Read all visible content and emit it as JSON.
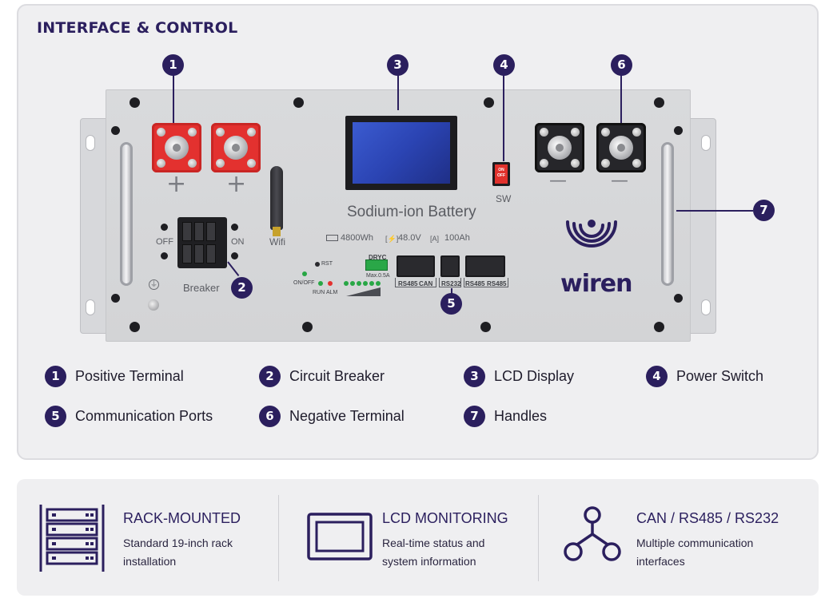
{
  "header": {
    "title": "INTERFACE & CONTROL"
  },
  "device": {
    "product_label": "Sodium-ion Battery",
    "brand": "wiren",
    "specs": {
      "energy": "4800Wh",
      "voltage": "48.0V",
      "capacity": "100Ah"
    },
    "switch_label": "SW",
    "switch_on": "ON",
    "switch_off": "OFF",
    "breaker": {
      "label": "Breaker",
      "off": "OFF",
      "on": "ON"
    },
    "wifi_label": "Wifi",
    "indicators": {
      "rst": "RST",
      "onoff": "ON/OFF",
      "run": "RUN",
      "alm": "ALM"
    },
    "dryc": {
      "label": "DRYC",
      "max": "Max.0.5A"
    },
    "ports": {
      "rs485_a": "RS485",
      "can": "CAN",
      "rs232": "RS232",
      "rs485_b": "RS485",
      "rs485_c": "RS485"
    },
    "plus_sign": "+",
    "minus_sign": "—"
  },
  "callouts": [
    "1",
    "2",
    "3",
    "4",
    "5",
    "6",
    "7"
  ],
  "legend": [
    {
      "num": "1",
      "label": "Positive Terminal"
    },
    {
      "num": "2",
      "label": "Circuit Breaker"
    },
    {
      "num": "3",
      "label": "LCD Display"
    },
    {
      "num": "4",
      "label": "Power Switch"
    },
    {
      "num": "5",
      "label": "Communication Ports"
    },
    {
      "num": "6",
      "label": "Negative Terminal"
    },
    {
      "num": "7",
      "label": "Handles"
    }
  ],
  "features": [
    {
      "icon": "rack-icon",
      "title": "RACK-MOUNTED",
      "desc_line1": "Standard 19-inch rack",
      "desc_line2": "installation"
    },
    {
      "icon": "monitor-icon",
      "title": "LCD MONITORING",
      "desc_line1": "Real-time status and",
      "desc_line2": "system information"
    },
    {
      "icon": "network-icon",
      "title": "CAN / RS485 / RS232",
      "desc_line1": "Multiple communication",
      "desc_line2": "interfaces"
    }
  ],
  "colors": {
    "brand": "#2b1f5e",
    "positive": "#e3312f",
    "negative": "#26262a",
    "lcd": "#2b44b3"
  }
}
